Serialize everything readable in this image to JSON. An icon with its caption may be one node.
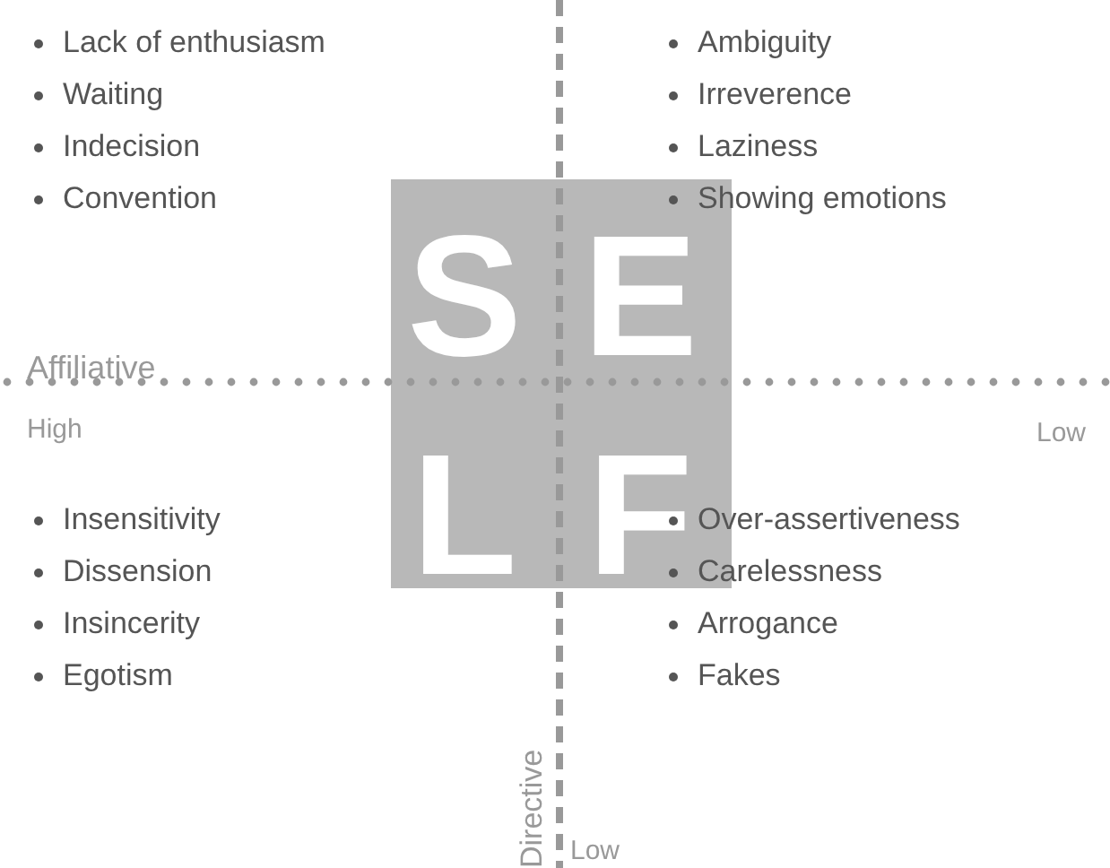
{
  "diagram": {
    "nodes": [
      {
        "text": [
          "S",
          "E",
          "L",
          "F"
        ]
      }
    ],
    "labels": [
      "Lack of enthusiasm",
      "Waiting",
      "Indecision",
      "Convention",
      "Ambiguity",
      "Irreverence",
      "Laziness",
      "Showing emotions",
      "Affiliative",
      "High",
      "Low",
      "Insensitivity",
      "Dissension",
      "Insincerity",
      "Egotism",
      "Over-assertiveness",
      "Carelessness",
      "Arrogance",
      "Fakes",
      "Directive",
      "Low"
    ]
  }
}
